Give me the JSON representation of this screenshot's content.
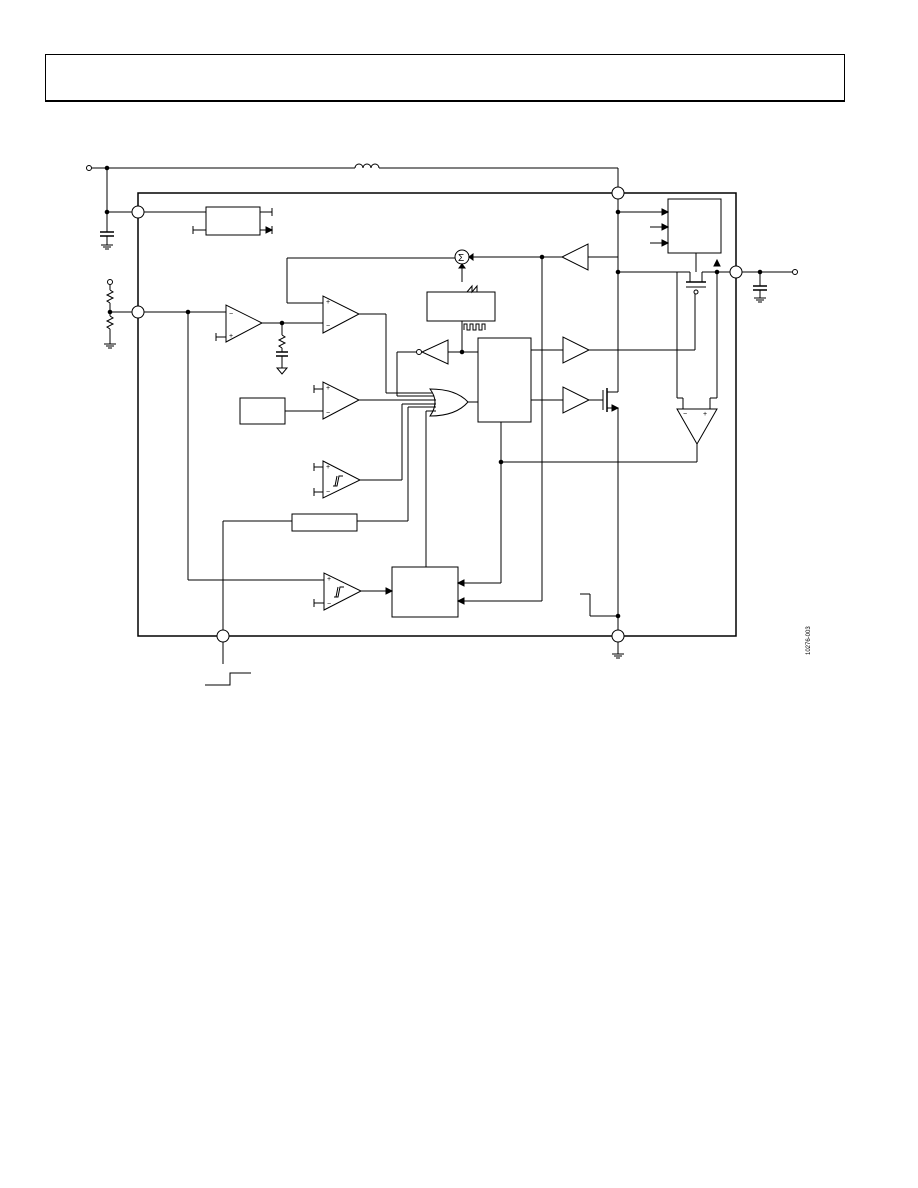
{
  "figure": {
    "id_label": "10276-003",
    "line_color": "#000000",
    "background": "#ffffff"
  },
  "header": {
    "title": ""
  },
  "blocks": [
    {
      "name": "reference-block",
      "label": ""
    },
    {
      "name": "soft-start-block",
      "label": ""
    },
    {
      "name": "oscillator-block",
      "label": ""
    },
    {
      "name": "pwm-logic-block",
      "label": ""
    },
    {
      "name": "uvlo-block",
      "label": ""
    },
    {
      "name": "delay-block",
      "label": ""
    },
    {
      "name": "fault-logic-block",
      "label": ""
    },
    {
      "name": "load-switch-driver-block",
      "label": ""
    }
  ],
  "pins": [
    {
      "name": "pin-vin",
      "label": ""
    },
    {
      "name": "pin-fb",
      "label": ""
    },
    {
      "name": "pin-en",
      "label": ""
    },
    {
      "name": "pin-sw",
      "label": ""
    },
    {
      "name": "pin-gnd",
      "label": ""
    },
    {
      "name": "pin-vout",
      "label": ""
    }
  ]
}
